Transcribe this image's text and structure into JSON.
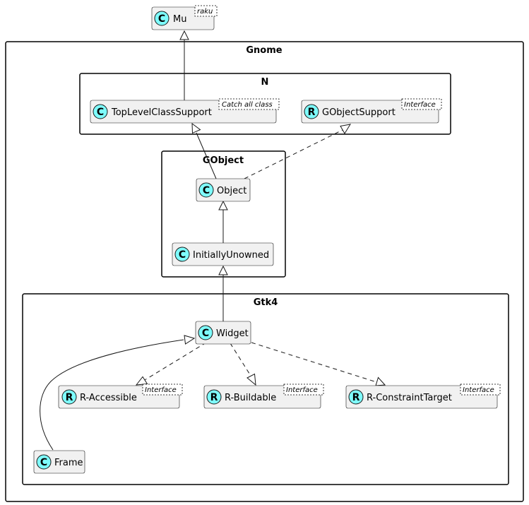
{
  "packages": {
    "gnome": {
      "title": "Gnome"
    },
    "n": {
      "title": "N"
    },
    "gobject": {
      "title": "GObject"
    },
    "gtk4": {
      "title": "Gtk4"
    }
  },
  "classes": {
    "mu": {
      "name": "Mu",
      "kind": "C",
      "stereotype": "raku"
    },
    "toplevel": {
      "name": "TopLevelClassSupport",
      "kind": "C",
      "stereotype": "Catch all class"
    },
    "gobjectsupport": {
      "name": "GObjectSupport",
      "kind": "R",
      "stereotype": "Interface"
    },
    "object": {
      "name": "Object",
      "kind": "C"
    },
    "initiallyunowned": {
      "name": "InitiallyUnowned",
      "kind": "C"
    },
    "widget": {
      "name": "Widget",
      "kind": "C"
    },
    "raccessible": {
      "name": "R-Accessible",
      "kind": "R",
      "stereotype": "Interface"
    },
    "rbuildable": {
      "name": "R-Buildable",
      "kind": "R",
      "stereotype": "Interface"
    },
    "rconstrainttarget": {
      "name": "R-ConstraintTarget",
      "kind": "R",
      "stereotype": "Interface"
    },
    "frame": {
      "name": "Frame",
      "kind": "C"
    }
  },
  "colors": {
    "class_icon": "#add1b2",
    "role_icon": "#7efcfc",
    "box_fill": "#f1f1f1",
    "border": "#181818"
  }
}
